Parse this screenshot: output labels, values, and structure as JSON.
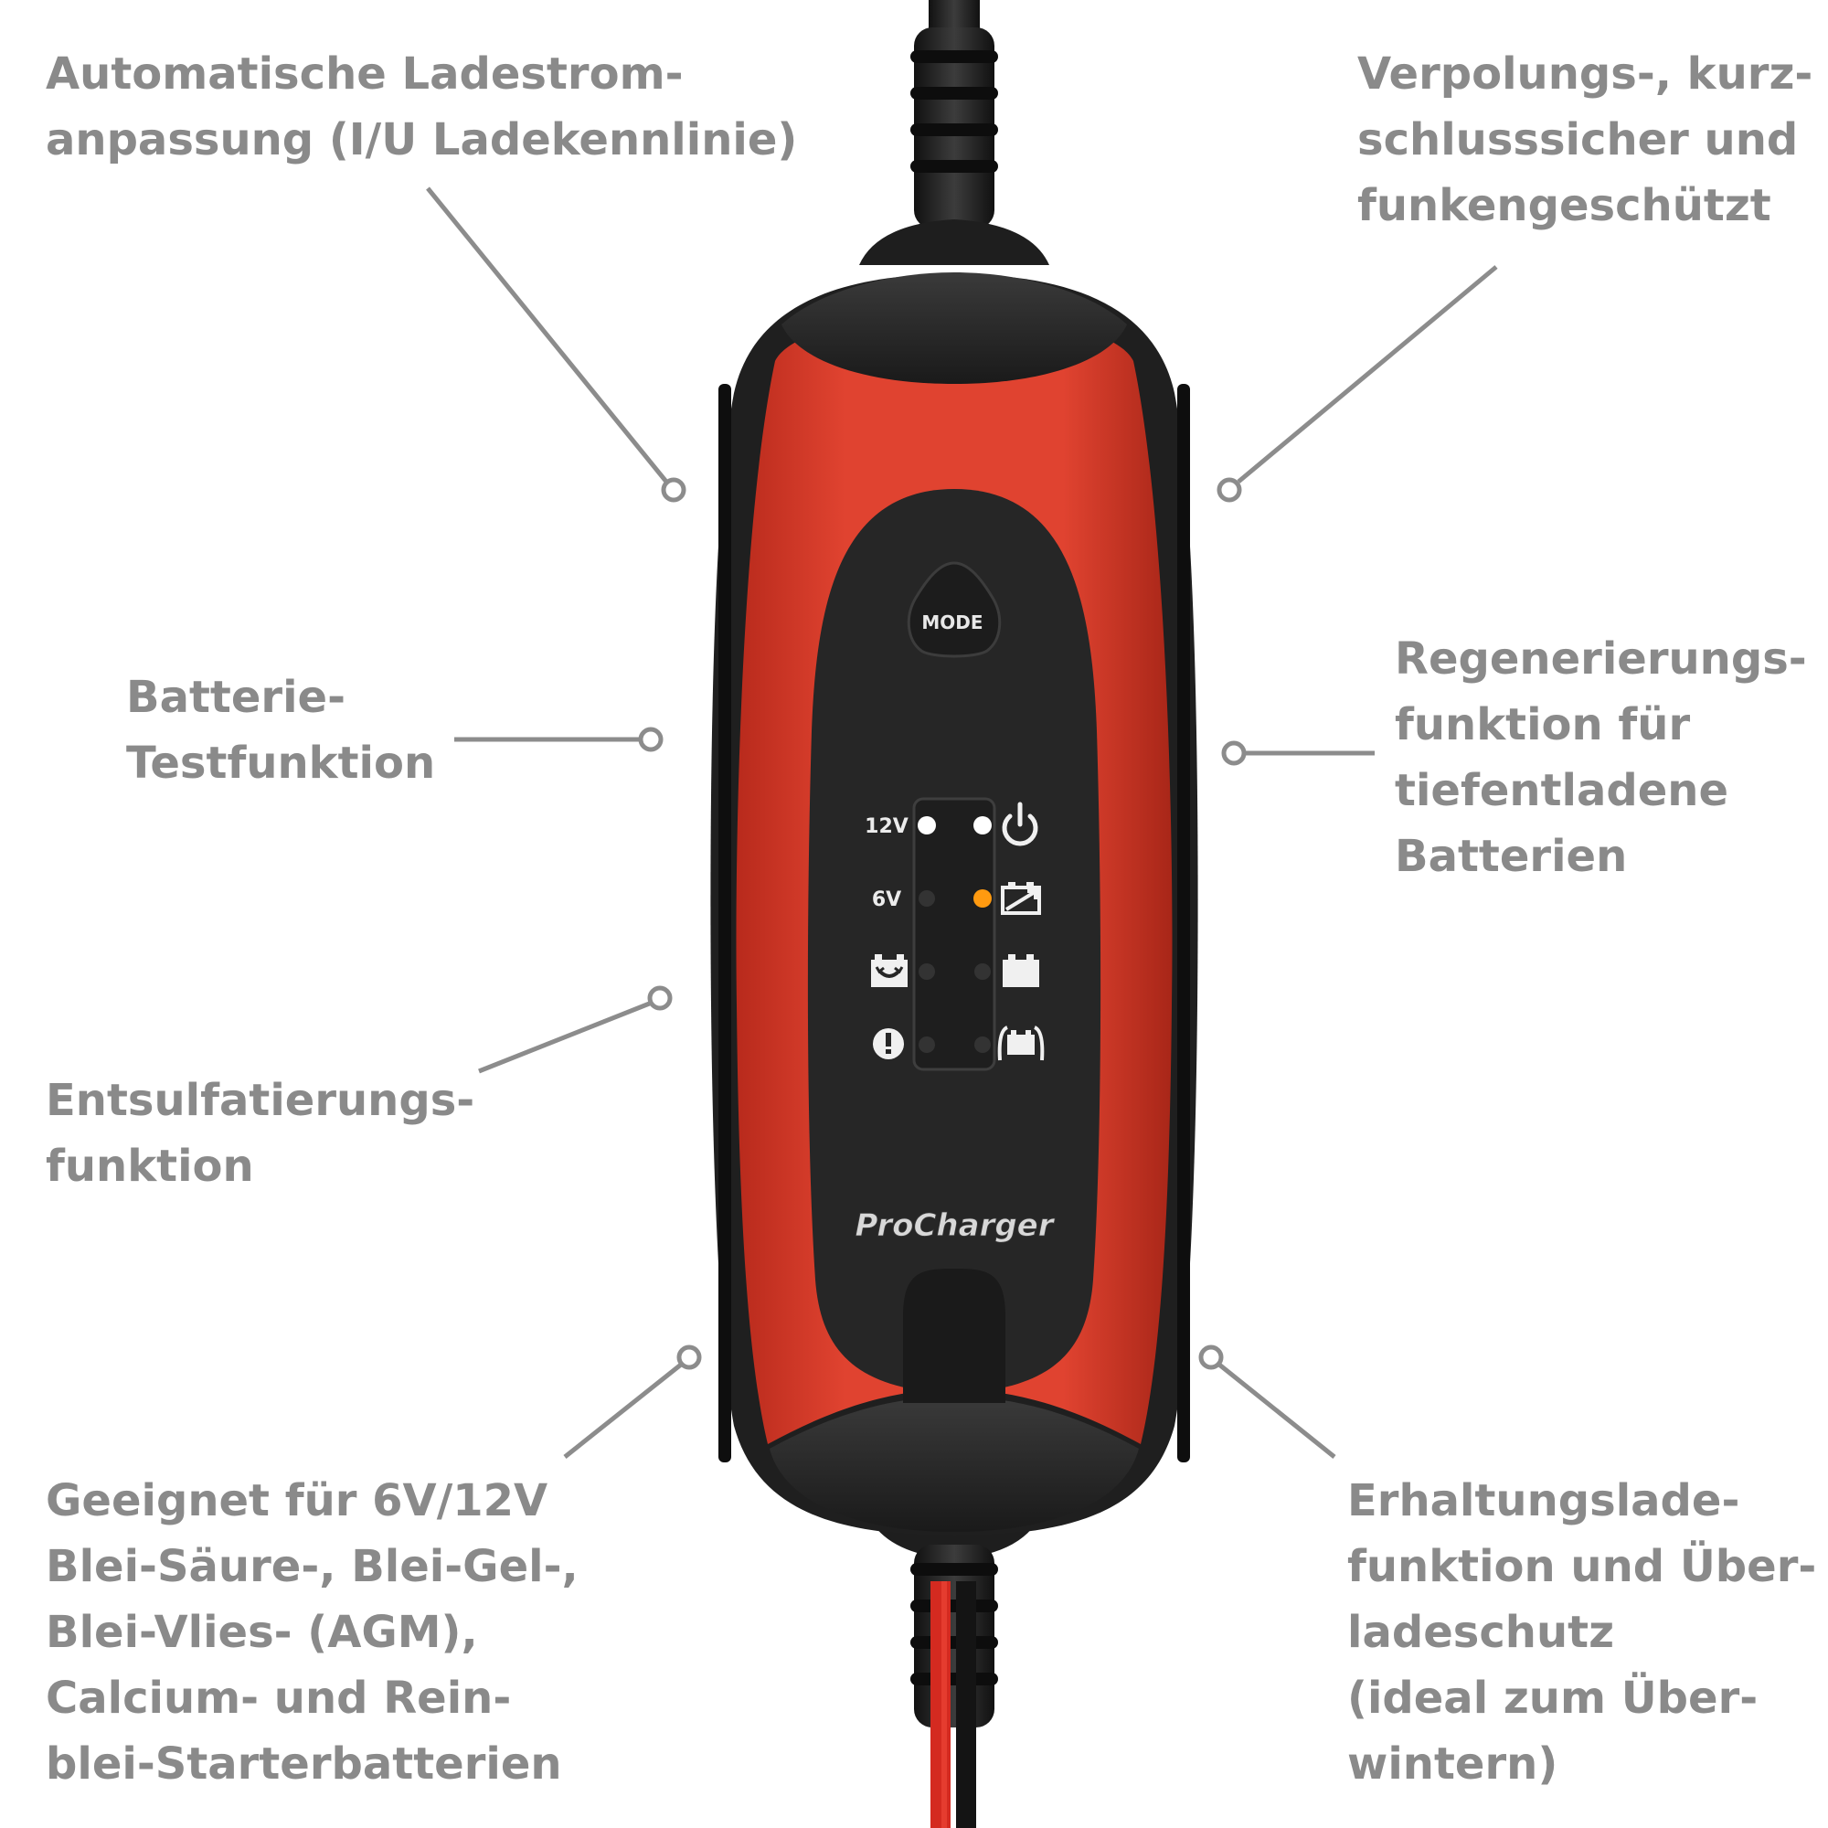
{
  "features": {
    "ladestrom": {
      "lines": [
        "Automatische Ladestrom-",
        "anpassung (I/U Ladekennlinie)"
      ]
    },
    "verpolung": {
      "lines": [
        "Verpolungs-, kurz-",
        "schlusssicher und",
        "funkengeschützt"
      ]
    },
    "batterietest": {
      "lines": [
        "Batterie-",
        "Testfunktion"
      ]
    },
    "regeneration": {
      "lines": [
        "Regenerierungs-",
        "funktion für",
        "tiefentladene",
        "Batterien"
      ]
    },
    "entsulfatierung": {
      "lines": [
        "Entsulfatierungs-",
        "funktion"
      ]
    },
    "geeignet": {
      "lines": [
        "Geeignet für 6V/12V",
        "Blei-Säure-, Blei-Gel-,",
        "Blei-Vlies- (AGM),",
        "Calcium- und Rein-",
        "blei-Starterbatterien"
      ]
    },
    "erhaltung": {
      "lines": [
        "Erhaltungslade-",
        "funktion und Über-",
        "ladeschutz",
        "(ideal zum Über-",
        "wintern)"
      ]
    }
  },
  "device": {
    "brand": "ProCharger",
    "mode_button": "MODE",
    "label_12v": "12V",
    "label_6v": "6V",
    "leds": {
      "v12": true,
      "v6": false,
      "power": true,
      "charging": true,
      "full": false,
      "recond": false,
      "error": false,
      "winter": false
    }
  },
  "colors": {
    "text": "#8a8a8a",
    "housing_red": "#d63a28",
    "housing_dark": "#252525",
    "led_white": "#ffffff",
    "led_orange": "#ff9a10"
  },
  "icons": [
    "power-icon",
    "charging-battery-icon",
    "full-battery-icon",
    "recondition-battery-icon",
    "error-icon",
    "car-battery-icon"
  ]
}
